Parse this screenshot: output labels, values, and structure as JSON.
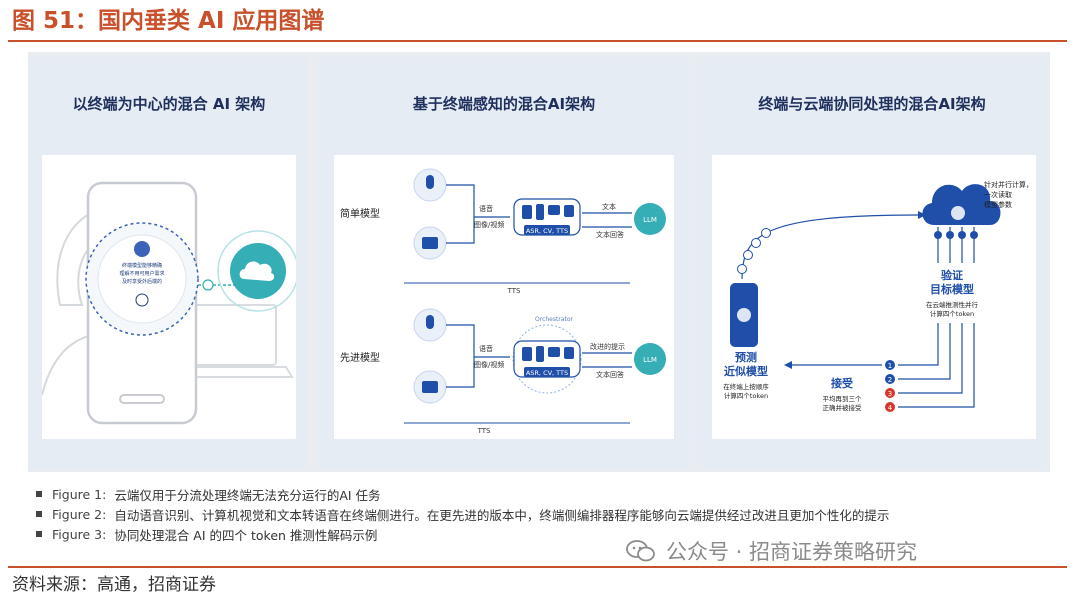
{
  "figure": {
    "title": "图 51：国内垂类 AI 应用图谱"
  },
  "panels": [
    {
      "title": "以终端为中心的混合 AI 架构",
      "phone_text": [
        "终端模型能够精确",
        "理解不用可用户需求",
        "及时享受外后端的",
        "…"
      ]
    },
    {
      "title": "基于终端感知的混合AI架构",
      "row_simple": "简单模型",
      "row_advanced": "先进模型",
      "voice": "语音",
      "image_video": "图像/视频",
      "chip_label": "ASR, CV, TTS",
      "text_to_llm": "文本",
      "text_back": "文本回答",
      "improved_prompt": "改进的提示",
      "tts": "TTS",
      "orchestrator": "Orchestrator",
      "llm": "LLM"
    },
    {
      "title": "终端与云端协同处理的混合AI架构",
      "cloud_note": [
        "针对并行计算，",
        "一次读取",
        "模型参数"
      ],
      "verify": [
        "验证",
        "目标模型"
      ],
      "verify_sub": [
        "在云端推测性并行",
        "计算四个token"
      ],
      "predict": [
        "预测",
        "近似模型"
      ],
      "predict_sub": [
        "在终端上按顺序",
        "计算四个token"
      ],
      "accept": "接受",
      "accept_sub": [
        "平均再到三个",
        "正确并被接受"
      ],
      "tokens": [
        "1",
        "2",
        "3",
        "4"
      ]
    }
  ],
  "notes": [
    {
      "label": "Figure 1:",
      "text": "云端仅用于分流处理终端无法充分运行的AI 任务"
    },
    {
      "label": "Figure 2:",
      "text": "自动语音识别、计算机视觉和文本转语音在终端侧进行。在更先进的版本中，终端侧编排器程序能够向云端提供经过改进且更加个性化的提示"
    },
    {
      "label": "Figure 3:",
      "text": "协同处理混合 AI 的四个 token 推测性解码示例"
    }
  ],
  "watermark": "公众号 · 招商证券策略研究",
  "source": "资料来源：高通，招商证券",
  "colors": {
    "accent": "#c8502a",
    "blue": "#1f4fa8",
    "teal": "#35aeb5",
    "red": "#d9342b"
  }
}
